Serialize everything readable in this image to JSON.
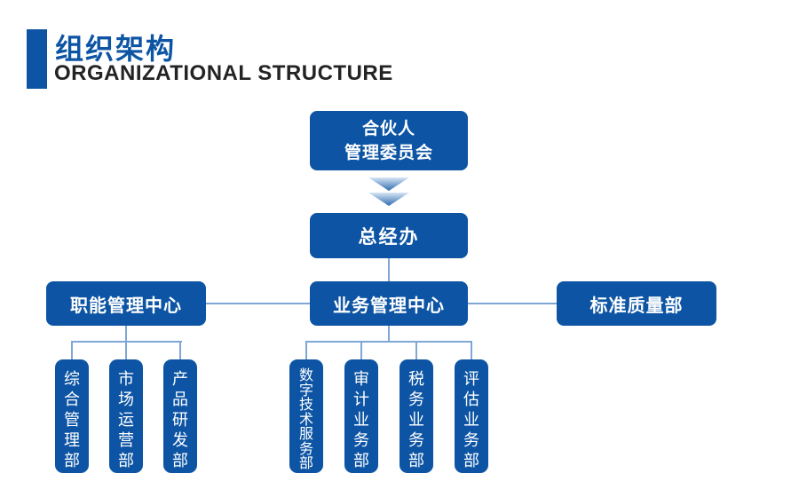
{
  "header": {
    "title": "组织架构",
    "subtitle": "ORGANIZATIONAL STRUCTURE"
  },
  "colors": {
    "primary": "#0d55a4",
    "connector": "#7fa7d6",
    "chevron_light": "#d6e5f4",
    "chevron_dark": "#2f6db1",
    "subtitle_text": "#232323"
  },
  "icons": {
    "flow_down": "double-chevron-down-icon"
  },
  "org": {
    "committee": {
      "line1": "合伙人",
      "line2": "管理委员会"
    },
    "gm_office": {
      "label": "总经办"
    },
    "functional_center": {
      "label": "职能管理中心",
      "children": [
        "综合管理部",
        "市场运营部",
        "产品研发部"
      ]
    },
    "business_center": {
      "label": "业务管理中心",
      "children": [
        "数字技术服务部",
        "审计业务部",
        "税务业务部",
        "评估业务部"
      ]
    },
    "quality_dept": {
      "label": "标准质量部"
    }
  }
}
